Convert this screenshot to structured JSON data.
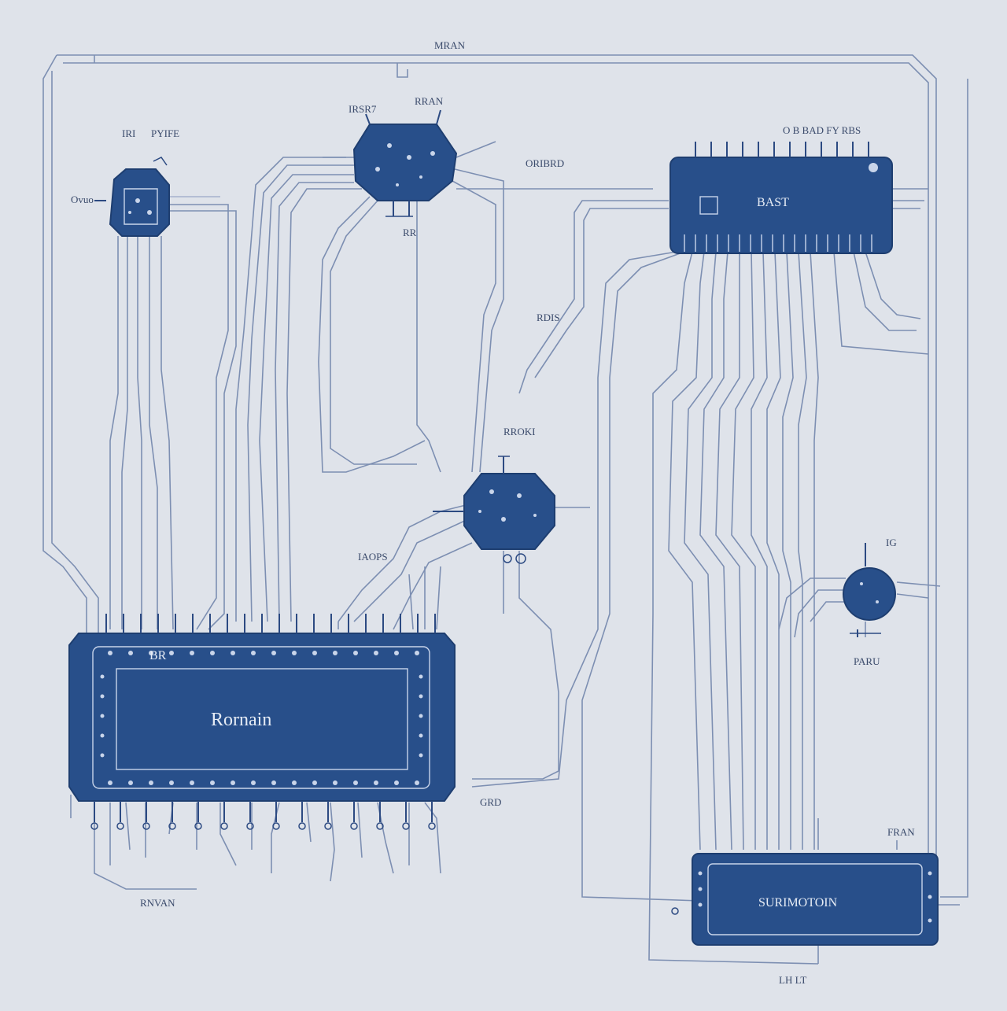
{
  "labels": {
    "top_center": "MRAN",
    "node_a_left": "IRI",
    "node_a_right": "PYIFE",
    "node_a_side": "Ovuo",
    "node_b_left": "IRSR7",
    "node_b_right": "RRAN",
    "node_b_side": "ORIBRD",
    "node_b_bottom": "RR",
    "chip_top_right_pins": "O B BAD FY RBS",
    "chip_top_right_text": "BAST",
    "mid_left": "RDIS",
    "mid_node_label": "RROKI",
    "left_note": "IAOPS",
    "right_node_right": "IG",
    "right_node_bottom": "PARU",
    "main_chip_text": "Rornain",
    "main_chip_pin_text": "BR",
    "grnd": "GRD",
    "bottom_left": "RNVAN",
    "bottom_chip_text": "SURIMOTOIN",
    "bottom_chip_label": "FRAN",
    "bottom_right": "LH LT"
  },
  "colors": {
    "background": "#dfe3ea",
    "chip": "#284f8a",
    "wire": "#7d8fb2"
  }
}
